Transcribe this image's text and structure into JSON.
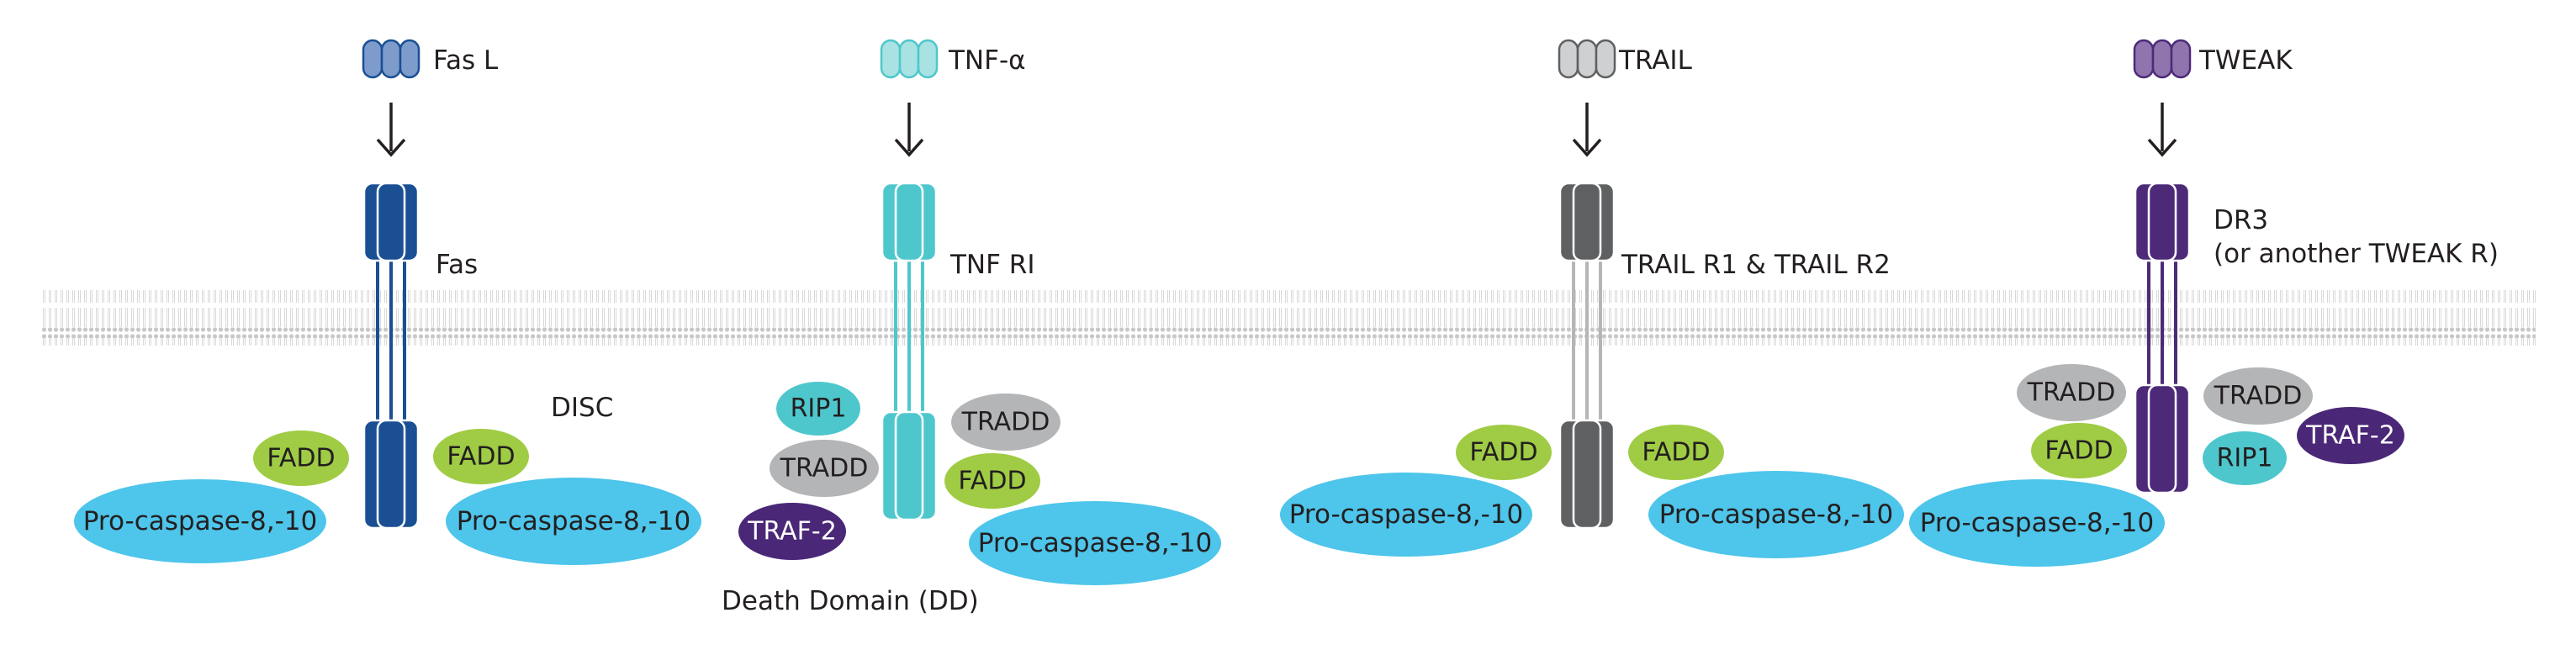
{
  "colors": {
    "fas": "#1a4f94",
    "fas_ligand": "#7e9ccb",
    "tnf": "#4ec7cc",
    "tnf_ligand": "#a8e2e2",
    "trail": "#5f6061",
    "trail_ligand": "#cfd0d2",
    "tweak": "#4d2a78",
    "tweak_ligand": "#8f74ad",
    "fadd": "#9fcc44",
    "procaspase": "#4ec5ea",
    "tradd": "#b4b5b7",
    "rip1": "#4ec7cc",
    "traf2": "#4a2777",
    "membrane": "#cfcfcf"
  },
  "icons": {
    "ligand": "trimer-ligand-icon",
    "arrow": "down-arrow-icon",
    "receptor": "trimer-receptor-icon"
  },
  "pathways": [
    {
      "id": "fas",
      "ligand": "Fas L",
      "receptor": "Fas",
      "extra_label": "DISC",
      "molecules": [
        {
          "type": "fadd",
          "text": "FADD"
        },
        {
          "type": "fadd",
          "text": "FADD"
        },
        {
          "type": "procaspase",
          "text": "Pro-caspase-8,-10"
        },
        {
          "type": "procaspase",
          "text": "Pro-caspase-8,-10"
        }
      ]
    },
    {
      "id": "tnf",
      "ligand": "TNF-α",
      "receptor": "TNF RI",
      "extra_label": "Death Domain (DD)",
      "molecules": [
        {
          "type": "rip1",
          "text": "RIP1"
        },
        {
          "type": "tradd",
          "text": "TRADD"
        },
        {
          "type": "traf2",
          "text": "TRAF-2"
        },
        {
          "type": "tradd",
          "text": "TRADD"
        },
        {
          "type": "fadd",
          "text": "FADD"
        },
        {
          "type": "procaspase",
          "text": "Pro-caspase-8,-10"
        }
      ]
    },
    {
      "id": "trail",
      "ligand": "TRAIL",
      "receptor": "TRAIL R1 & TRAIL R2",
      "molecules": [
        {
          "type": "fadd",
          "text": "FADD"
        },
        {
          "type": "fadd",
          "text": "FADD"
        },
        {
          "type": "procaspase",
          "text": "Pro-caspase-8,-10"
        },
        {
          "type": "procaspase",
          "text": "Pro-caspase-8,-10"
        }
      ]
    },
    {
      "id": "tweak",
      "ligand": "TWEAK",
      "receptor_line1": "DR3",
      "receptor_line2": "(or another TWEAK R)",
      "molecules": [
        {
          "type": "tradd",
          "text": "TRADD"
        },
        {
          "type": "fadd",
          "text": "FADD"
        },
        {
          "type": "procaspase",
          "text": "Pro-caspase-8,-10"
        },
        {
          "type": "tradd",
          "text": "TRADD"
        },
        {
          "type": "rip1",
          "text": "RIP1"
        },
        {
          "type": "traf2",
          "text": "TRAF-2"
        }
      ]
    }
  ]
}
